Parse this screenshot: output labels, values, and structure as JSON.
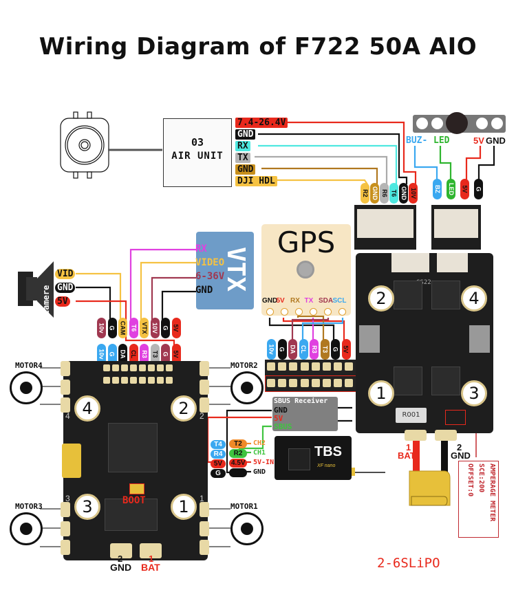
{
  "title": "Wiring Diagram of F722 50A AIO",
  "o3_unit": {
    "title_line1": "03",
    "title_line2": "AIR UNIT",
    "wires": [
      {
        "label": "7.4-26.4V",
        "bg": "#e8291c",
        "fg": "#111111",
        "pin": "10V"
      },
      {
        "label": "GND",
        "bg": "#111111",
        "fg": "#ffffff",
        "pin": "GND"
      },
      {
        "label": "RX",
        "bg": "#4de8e0",
        "fg": "#111111",
        "pin": "T6"
      },
      {
        "label": "TX",
        "bg": "#b5b5b5",
        "fg": "#111111",
        "pin": "R6"
      },
      {
        "label": "GND",
        "bg": "#c8901c",
        "fg": "#111111",
        "pin": "GND"
      },
      {
        "label": "DJI HDL",
        "bg": "#f5c242",
        "fg": "#111111",
        "pin": "R2"
      }
    ],
    "pins": [
      "R2",
      "GND",
      "R6",
      "T6",
      "GND",
      "10V"
    ]
  },
  "buzzer_led": {
    "labels": {
      "buz": "BUZ-",
      "led": "LED",
      "v5": "5V",
      "gnd": "GND"
    },
    "pins": [
      {
        "label": "BZ",
        "color": "#3aa8f0"
      },
      {
        "label": "LED",
        "color": "#2fb52f"
      },
      {
        "label": "5V",
        "color": "#e8291c"
      },
      {
        "label": "G",
        "color": "#111111"
      }
    ]
  },
  "camera": {
    "label": "Camere",
    "wires": [
      {
        "label": "VID",
        "bg": "#f5c242",
        "fg": "#111111"
      },
      {
        "label": "GND",
        "bg": "#111111",
        "fg": "#ffffff"
      },
      {
        "label": "5V",
        "bg": "#e8291c",
        "fg": "#111111"
      }
    ]
  },
  "vtx": {
    "label": "VTX",
    "wires": [
      {
        "label": "RX",
        "color": "#e040e0"
      },
      {
        "label": "VIDEO",
        "color": "#f5c242"
      },
      {
        "label": "6-36V",
        "color": "#a03850"
      },
      {
        "label": "GND",
        "color": "#111111"
      }
    ]
  },
  "fc_top_pins_row1": [
    {
      "label": "10v",
      "color": "#a03850"
    },
    {
      "label": "G",
      "color": "#111111"
    },
    {
      "label": "CAM",
      "color": "#f5c242"
    },
    {
      "label": "T6",
      "color": "#e040e0"
    },
    {
      "label": "VTX",
      "color": "#f5c242"
    },
    {
      "label": "10V",
      "color": "#a03850"
    },
    {
      "label": "G",
      "color": "#111111"
    },
    {
      "label": "5V",
      "color": "#e8291c"
    }
  ],
  "fc_top_pins_row2": [
    {
      "label": "10v",
      "color": "#3aa8f0"
    },
    {
      "label": "G",
      "color": "#3aa8f0"
    },
    {
      "label": "DA",
      "color": "#111111"
    },
    {
      "label": "CL",
      "color": "#e8291c"
    },
    {
      "label": "R3",
      "color": "#e040e0"
    },
    {
      "label": "T3",
      "color": "#b5b5b5"
    },
    {
      "label": "G",
      "color": "#a03850"
    },
    {
      "label": "5V",
      "color": "#e8291c"
    }
  ],
  "gps": {
    "title": "GPS",
    "pins": [
      {
        "label": "GND",
        "color": "#111111"
      },
      {
        "label": "5V",
        "color": "#e8291c"
      },
      {
        "label": "RX",
        "color": "#b07820"
      },
      {
        "label": "TX",
        "color": "#e040e0"
      },
      {
        "label": "SDA",
        "color": "#a03850"
      },
      {
        "label": "SCL",
        "color": "#3aa8f0"
      }
    ],
    "fc_pins": [
      {
        "label": "10v",
        "color": "#3aa8f0"
      },
      {
        "label": "G",
        "color": "#111111"
      },
      {
        "label": "DA",
        "color": "#a03850"
      },
      {
        "label": "CL",
        "color": "#3aa8f0"
      },
      {
        "label": "R3",
        "color": "#e040e0"
      },
      {
        "label": "T3",
        "color": "#b07820"
      },
      {
        "label": "G",
        "color": "#111111"
      },
      {
        "label": "5V",
        "color": "#e8291c"
      }
    ],
    "pad_row1": [
      "10V",
      "G",
      "CAM",
      "T6",
      "VTX",
      "10V",
      "G",
      "5V"
    ],
    "pad_row2": [
      "10V",
      "G",
      "DA",
      "CL",
      "R3",
      "T3",
      "G",
      "5V"
    ]
  },
  "fc_board": {
    "motors": [
      {
        "num": "4",
        "label": "MOTOR4"
      },
      {
        "num": "2",
        "label": "MOTOR2"
      },
      {
        "num": "3",
        "label": "MOTOR3"
      },
      {
        "num": "1",
        "label": "MOTOR1"
      }
    ],
    "side_corner_nums": [
      "4",
      "2",
      "3",
      "1"
    ],
    "boot_label": "BOOT",
    "power": {
      "gnd_num": "2",
      "gnd_label": "GND",
      "bat_num": "1",
      "bat_label": "BAT"
    },
    "side_pins": [
      {
        "label": "T4",
        "color": "#3aa8f0"
      },
      {
        "label": "R4",
        "color": "#3aa8f0"
      },
      {
        "label": "5V",
        "color": "#e8291c"
      },
      {
        "label": "G",
        "color": "#111111"
      }
    ]
  },
  "receiver": {
    "sbus_title": "SBUS Receiver",
    "sbus_lines": [
      {
        "label": "GND",
        "color": "#111111"
      },
      {
        "label": "5V",
        "color": "#e8291c"
      },
      {
        "label": "SBUS",
        "color": "#3fc43f"
      }
    ],
    "tbs_pins": [
      {
        "pin": "T2",
        "color": "#f08a28",
        "label": "CH2"
      },
      {
        "pin": "R2",
        "color": "#3fc43f",
        "label": "CH1"
      },
      {
        "pin": "4.5V",
        "color": "#e8291c",
        "label": "5V-IN"
      },
      {
        "pin": "G",
        "color": "#111111",
        "label": "GND"
      }
    ],
    "tbs_title": "TBS",
    "tbs_sub": "XF nano"
  },
  "esc_board": {
    "motors": [
      "2",
      "4",
      "1",
      "3"
    ],
    "chip_label": "GS22",
    "shunt_label": "R001",
    "power": {
      "bat_num": "1",
      "bat_label": "BAT",
      "gnd_num": "2",
      "gnd_label": "GND"
    }
  },
  "amperage": {
    "lines": [
      "AMPERAGE METER",
      "SCE:200",
      "OFFSET:0"
    ]
  },
  "battery_note": "2-6SLiPO",
  "colors": {
    "red": "#e8291c",
    "pcb": "#1e1e1e",
    "pad": "#e8d9a6",
    "vtx_bg": "#6e9cc8",
    "gps_bg": "#f7e6c4"
  }
}
